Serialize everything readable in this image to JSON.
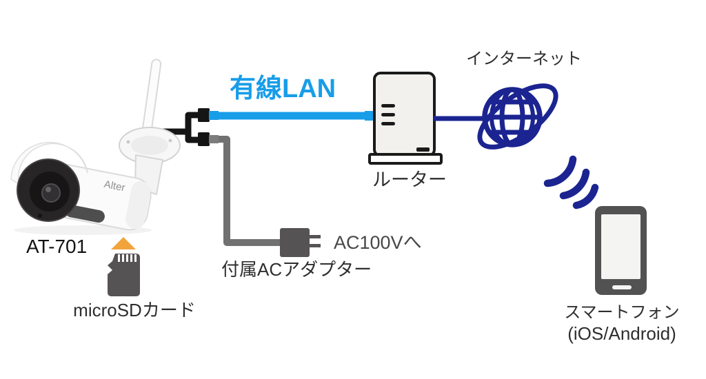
{
  "diagram": {
    "camera": {
      "model_label": "AT-701",
      "brand_logo": "Alter"
    },
    "storage": {
      "label": "microSDカード"
    },
    "lan": {
      "label": "有線LAN"
    },
    "router": {
      "label": "ルーター"
    },
    "internet": {
      "label": "インターネット"
    },
    "power": {
      "adapter_label": "付属ACアダプター",
      "outlet_label": "AC100Vへ"
    },
    "smartphone": {
      "label": "スマートフォン",
      "platforms": "(iOS/Android)"
    }
  },
  "colors": {
    "lan_blue": "#189DE9",
    "navy": "#1B2490",
    "cable_gray": "#717171",
    "icon_gray": "#565355",
    "connector_black": "#151515",
    "orange": "#F2A43C",
    "router_fill": "#F2F1EE",
    "text_dark": "#2E2E2E"
  }
}
